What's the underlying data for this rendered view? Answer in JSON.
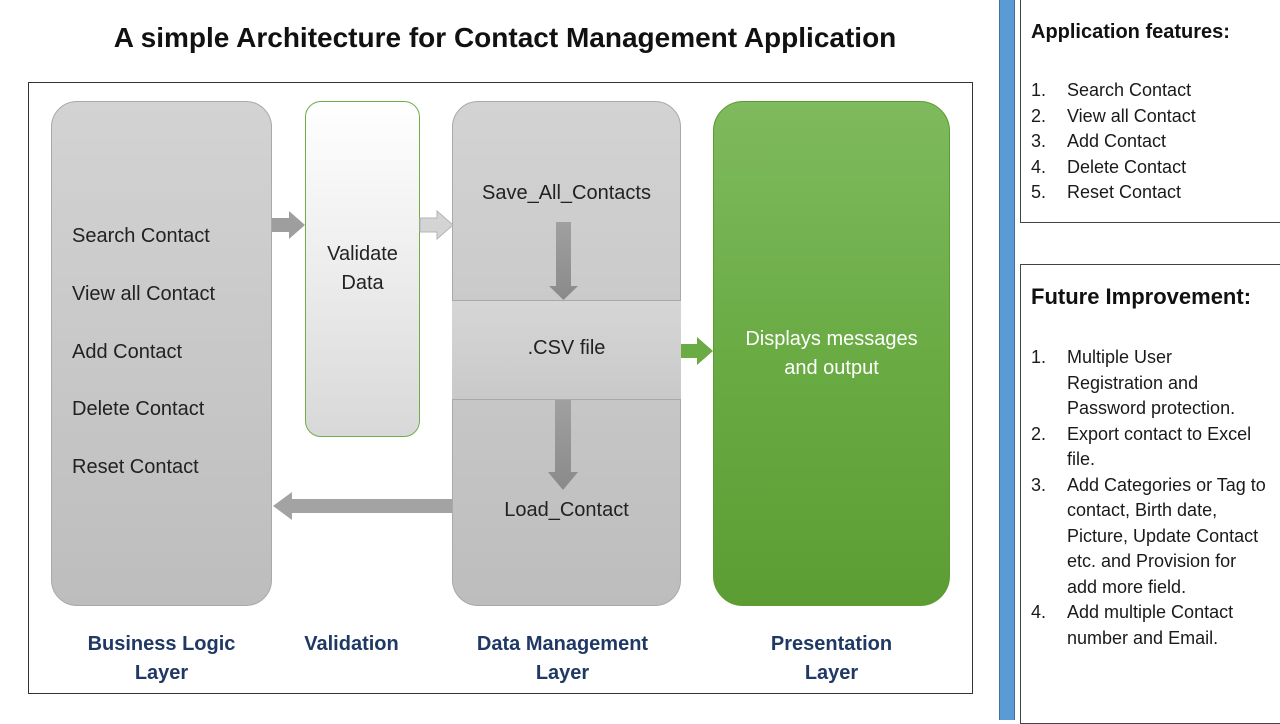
{
  "title": "A simple Architecture for Contact Management Application",
  "business_logic": {
    "items": [
      "Search Contact",
      "View all Contact",
      "Add Contact",
      "Delete Contact",
      "Reset Contact"
    ],
    "label_line1": "Business Logic",
    "label_line2": "Layer"
  },
  "validation": {
    "box_line1": "Validate",
    "box_line2": "Data",
    "label": "Validation"
  },
  "data_management": {
    "save": "Save_All_Contacts",
    "csv": ".CSV file",
    "load": "Load_Contact",
    "label_line1": "Data Management",
    "label_line2": "Layer"
  },
  "presentation": {
    "box_line1": "Displays messages",
    "box_line2": "and output",
    "label_line1": "Presentation",
    "label_line2": "Layer"
  },
  "features": {
    "title": "Application features:",
    "items": [
      {
        "num": "1.",
        "text": "Search Contact"
      },
      {
        "num": "2.",
        "text": "View all Contact"
      },
      {
        "num": "3.",
        "text": "Add Contact"
      },
      {
        "num": "4.",
        "text": "Delete Contact"
      },
      {
        "num": "5.",
        "text": "Reset Contact"
      }
    ]
  },
  "future": {
    "title": "Future Improvement:",
    "items": [
      {
        "num": "1.",
        "text": "Multiple User Registration and Password protection."
      },
      {
        "num": "2.",
        "text": "Export contact to Excel file."
      },
      {
        "num": "3.",
        "text": "Add Categories or Tag to contact, Birth date, Picture, Update Contact etc. and Provision for add more field."
      },
      {
        "num": "4.",
        "text": "Add multiple Contact number and Email."
      }
    ]
  },
  "colors": {
    "presentation_green": "#6aab44",
    "label_navy": "#1f3864",
    "sidebar_blue": "#5b9bd5"
  }
}
